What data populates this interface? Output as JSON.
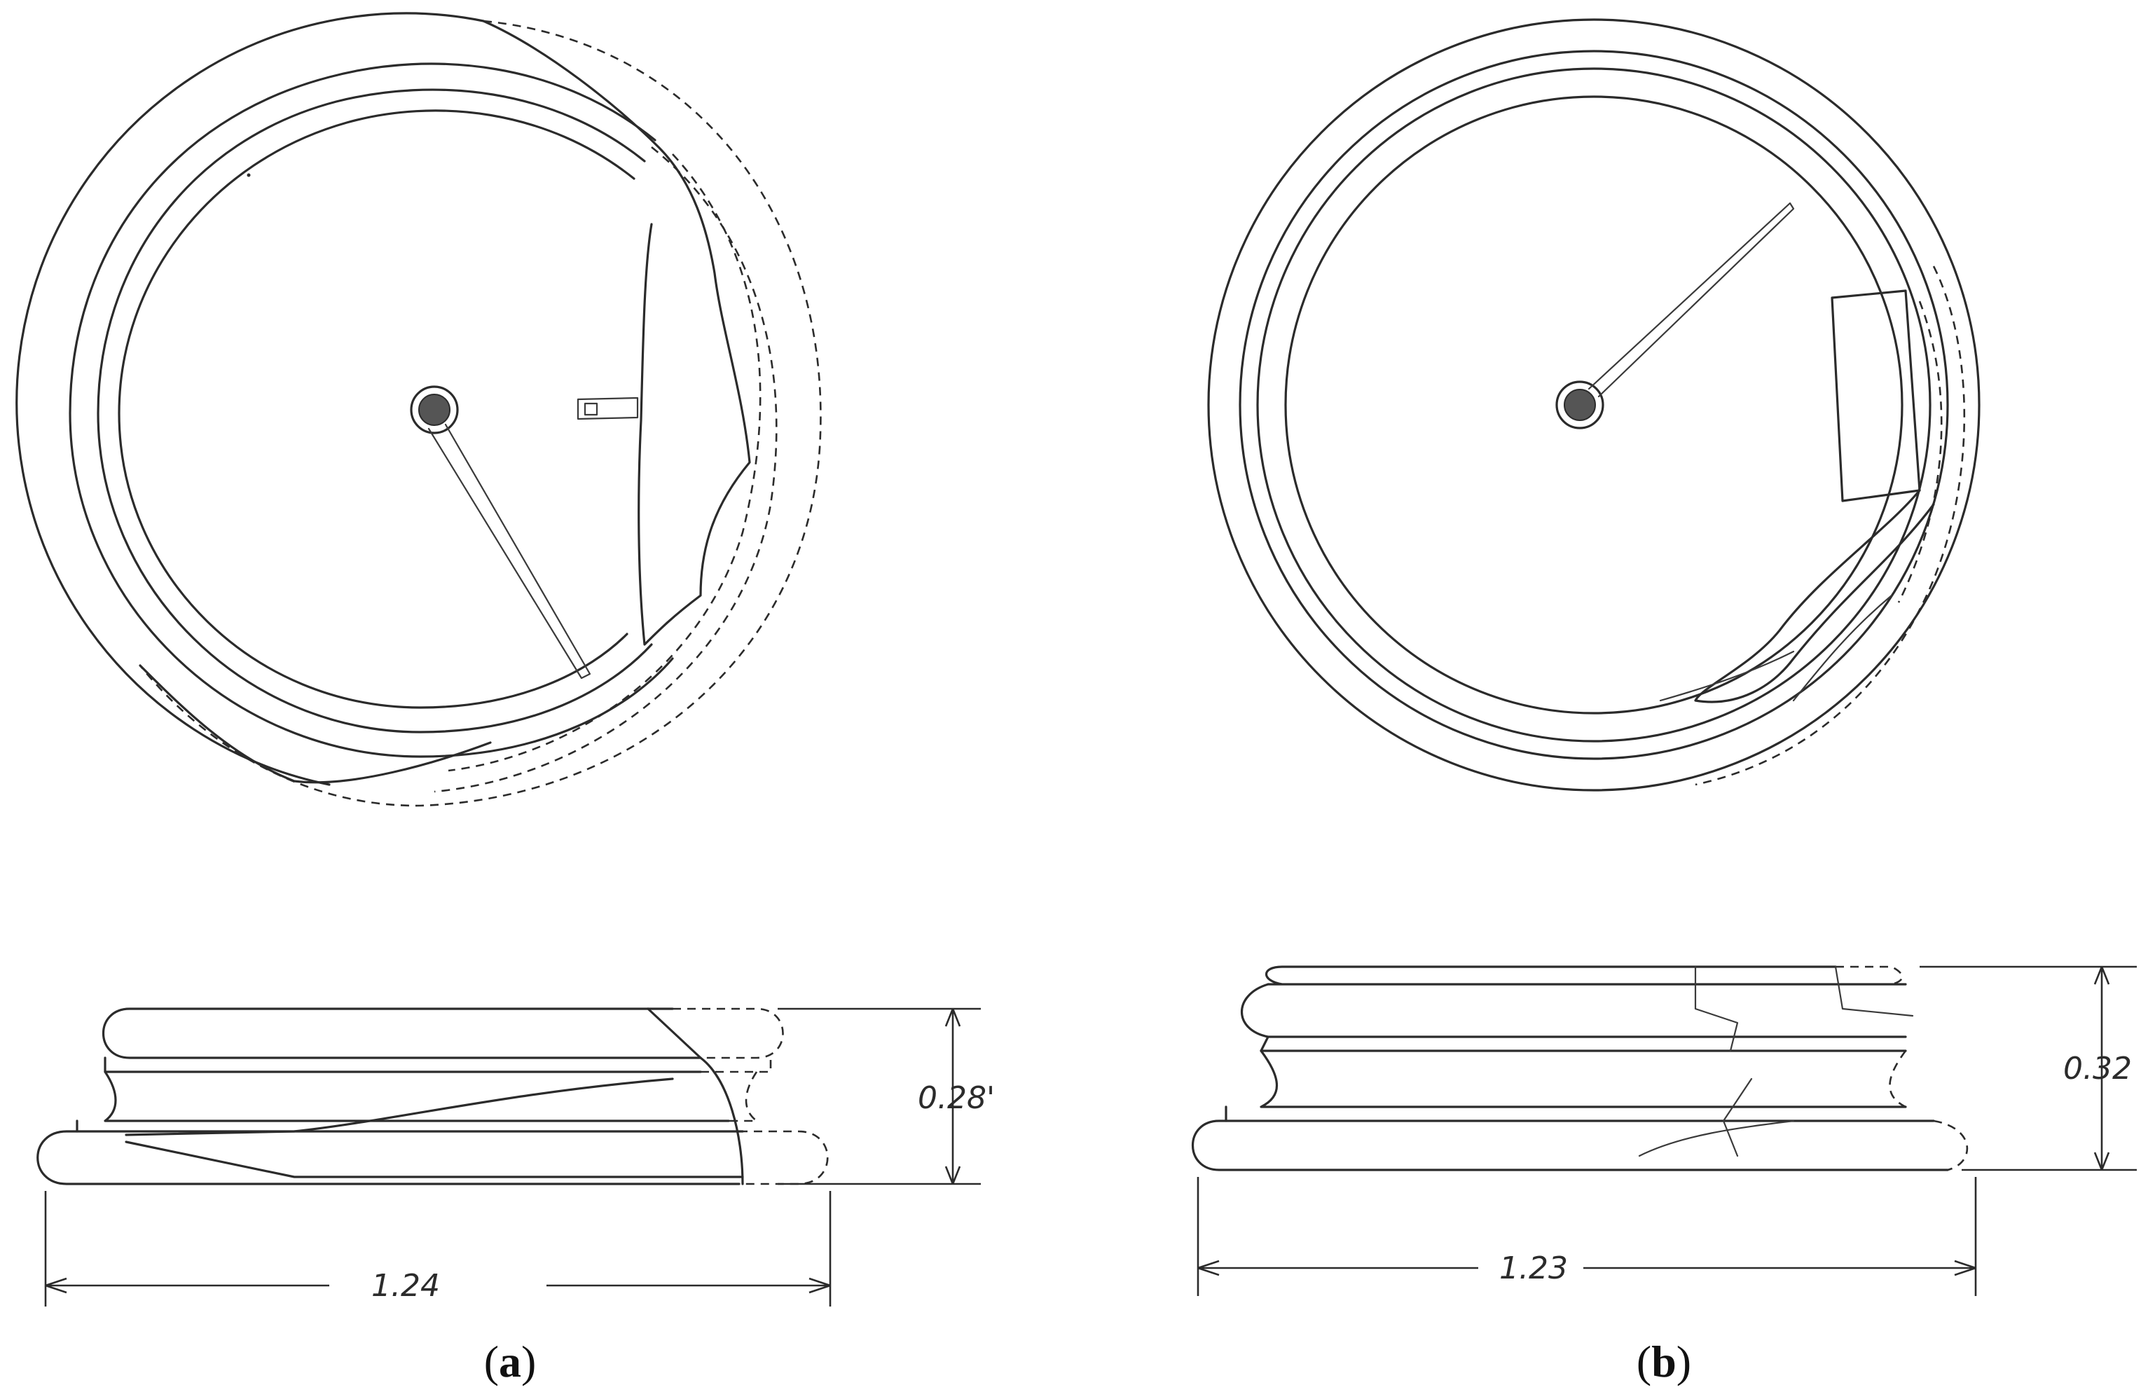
{
  "panel_a": {
    "caption_open": "(",
    "caption_letter": "a",
    "caption_close": ")",
    "width_label": "1.24",
    "height_label": "0.28'"
  },
  "panel_b": {
    "caption_open": "(",
    "caption_letter": "b",
    "caption_close": ")",
    "width_label": "1.23",
    "height_label": "0.32"
  },
  "colors": {
    "ink": "#2b2b2b",
    "background": "#ffffff"
  }
}
